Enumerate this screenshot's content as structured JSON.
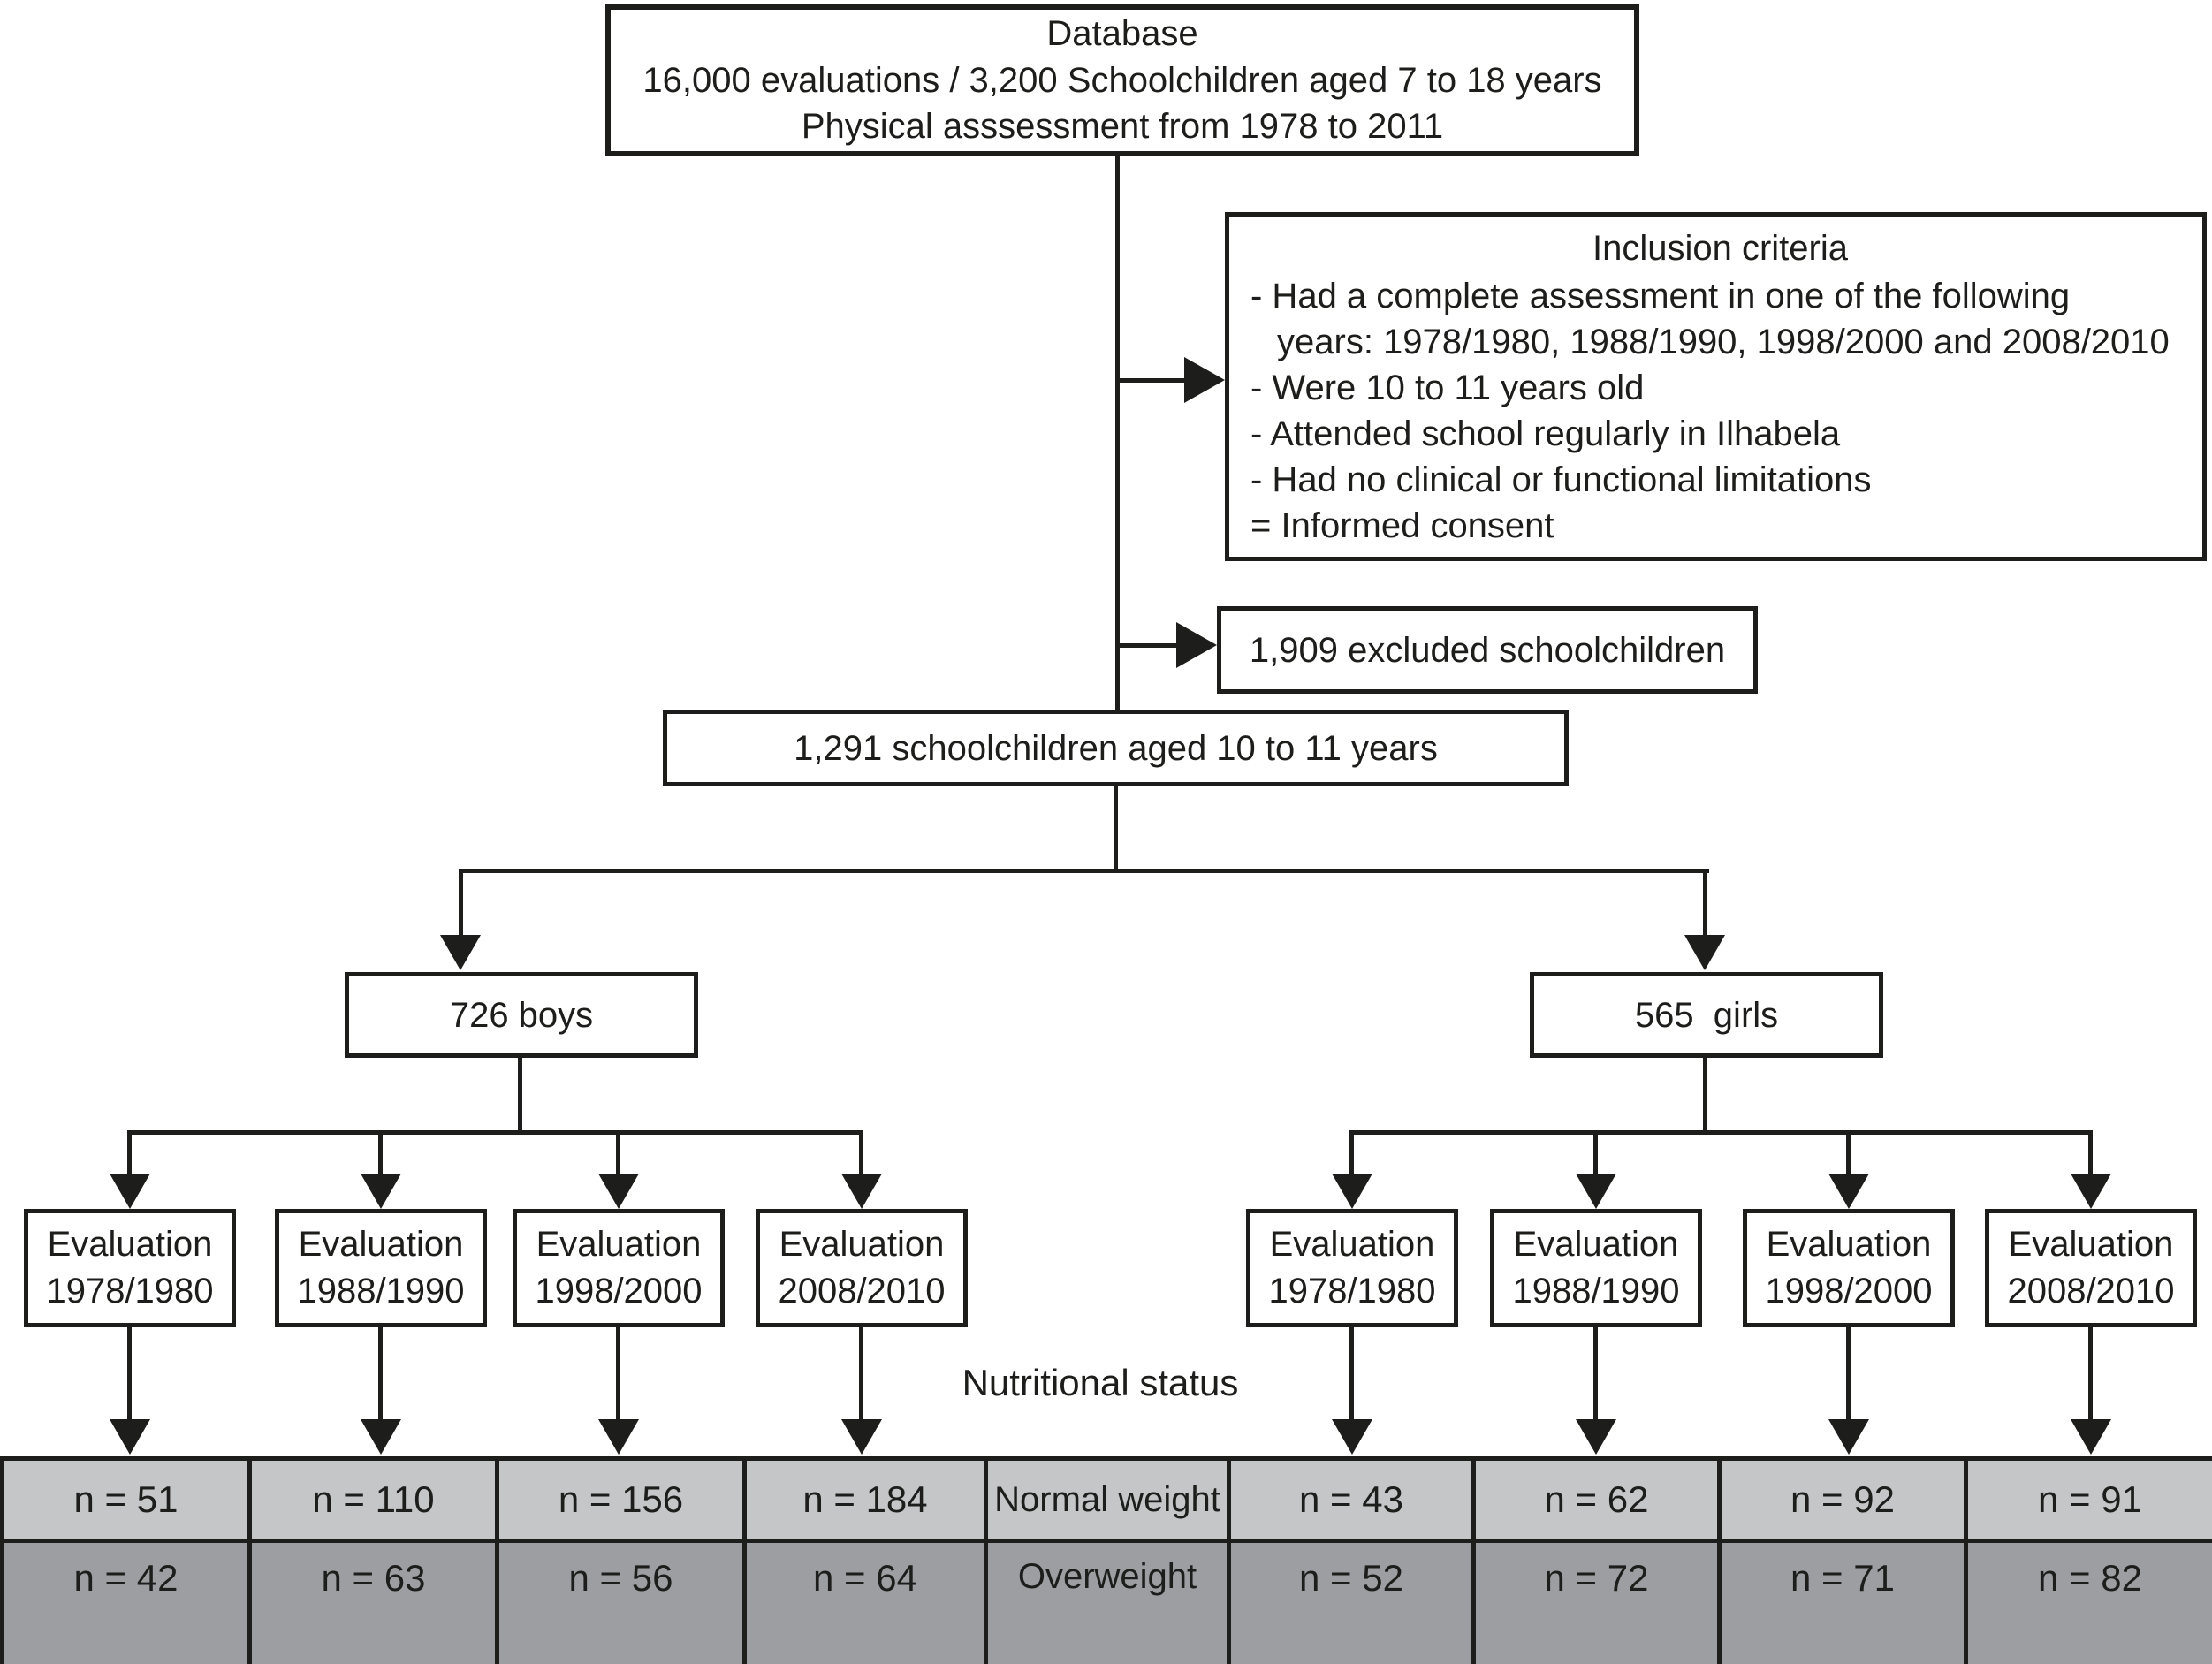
{
  "diagram": {
    "database_box": {
      "line1": "Database",
      "line2": "16,000 evaluations / 3,200 Schoolchildren aged 7 to 18 years",
      "line3": "Physical asssessment from 1978 to 2011"
    },
    "inclusion_box": {
      "title": "Inclusion criteria",
      "items": [
        "- Had a complete assessment in one of the following",
        "years: 1978/1980, 1988/1990, 1998/2000 and 2008/2010",
        "- Were 10 to 11 years old",
        "- Attended school regularly in Ilhabela",
        "- Had no clinical or functional limitations",
        "= Informed consent"
      ]
    },
    "excluded_box": {
      "label": "1,909 excluded schoolchildren"
    },
    "cohort_box": {
      "label": "1,291 schoolchildren aged 10 to 11 years"
    },
    "boys_box": {
      "label": "726 boys"
    },
    "girls_box": {
      "label": "565  girls"
    },
    "boys_evaluations": [
      {
        "title": "Evaluation",
        "years": "1978/1980"
      },
      {
        "title": "Evaluation",
        "years": "1988/1990"
      },
      {
        "title": "Evaluation",
        "years": "1998/2000"
      },
      {
        "title": "Evaluation",
        "years": "2008/2010"
      }
    ],
    "girls_evaluations": [
      {
        "title": "Evaluation",
        "years": "1978/1980"
      },
      {
        "title": "Evaluation",
        "years": "1988/1990"
      },
      {
        "title": "Evaluation",
        "years": "1998/2000"
      },
      {
        "title": "Evaluation",
        "years": "2008/2010"
      }
    ],
    "nutritional_status_label": "Nutritional status",
    "table": {
      "normal_row": {
        "label": "Normal weight",
        "boys": [
          "n = 51",
          "n = 110",
          "n = 156",
          "n = 184"
        ],
        "girls": [
          "n = 43",
          "n = 62",
          "n = 92",
          "n = 91"
        ]
      },
      "overweight_row": {
        "label": "Overweight",
        "boys": [
          "n = 42",
          "n = 63",
          "n = 56",
          "n = 64"
        ],
        "girls": [
          "n = 52",
          "n = 72",
          "n = 71",
          "n = 82"
        ]
      }
    },
    "colors": {
      "normal_row_bg": "#c5c6c8",
      "overweight_row_bg": "#9c9ea1",
      "line_color": "#1d1d1b"
    }
  }
}
